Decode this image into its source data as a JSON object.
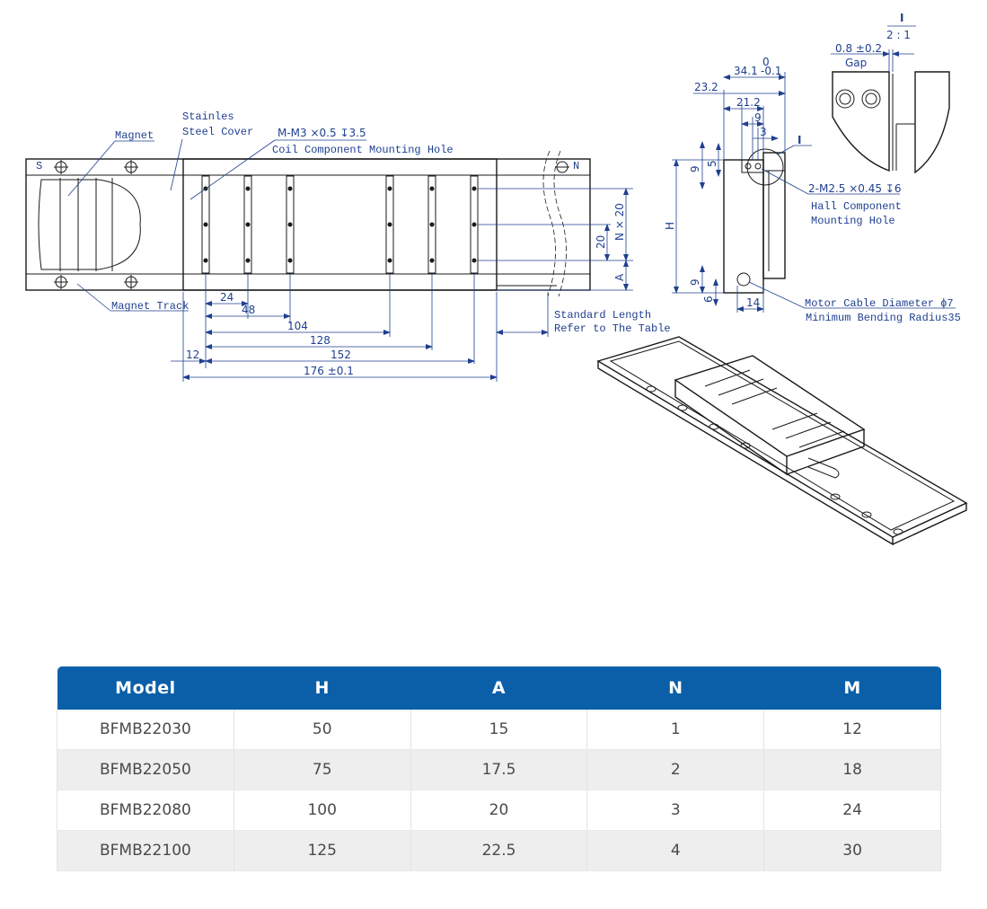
{
  "drawing": {
    "labels": {
      "magnet": "Magnet",
      "cover_line1": "Stainles",
      "cover_line2": "Steel Cover",
      "thread_spec": "M-M3 ×0.5 ↧3.5",
      "coil_hole": "Coil Component Mounting Hole",
      "magnet_track": "Magnet Track",
      "standard_length_1": "Standard Length",
      "standard_length_2": "Refer to The Table",
      "pole_s": "S",
      "pole_n": "N",
      "hall_spec": "2-M2.5 ×0.45 ↧6",
      "hall_line1": "Hall Component",
      "hall_line2": "Mounting Hole",
      "cable_line1": "Motor Cable Diameter ϕ7",
      "cable_line2": "Minimum Bending Radius35",
      "detail_mark": "I",
      "detail_scale": "2 : 1",
      "gap_value": "0.8 ±0.2",
      "gap_label": "Gap"
    },
    "dims": {
      "d24": "24",
      "d48": "48",
      "d104": "104",
      "d128": "128",
      "d152": "152",
      "d12": "12",
      "d176": "176 ±0.1",
      "d20": "20",
      "nx20": "N × 20",
      "a": "A",
      "h": "H",
      "d9a": "9",
      "d5": "5",
      "d9b": "9",
      "d6": "6",
      "d14": "14",
      "d23_2": "23.2",
      "d34_1": "34.1",
      "tol_up": "0",
      "tol_low": "-0.1",
      "d21_2": "21.2",
      "d9c": "9",
      "d3": "3"
    }
  },
  "table": {
    "header_bg": "#0b5fa8",
    "headers": [
      "Model",
      "H",
      "A",
      "N",
      "M"
    ],
    "rows": [
      [
        "BFMB22030",
        "50",
        "15",
        "1",
        "12"
      ],
      [
        "BFMB22050",
        "75",
        "17.5",
        "2",
        "18"
      ],
      [
        "BFMB22080",
        "100",
        "20",
        "3",
        "24"
      ],
      [
        "BFMB22100",
        "125",
        "22.5",
        "4",
        "30"
      ]
    ]
  }
}
